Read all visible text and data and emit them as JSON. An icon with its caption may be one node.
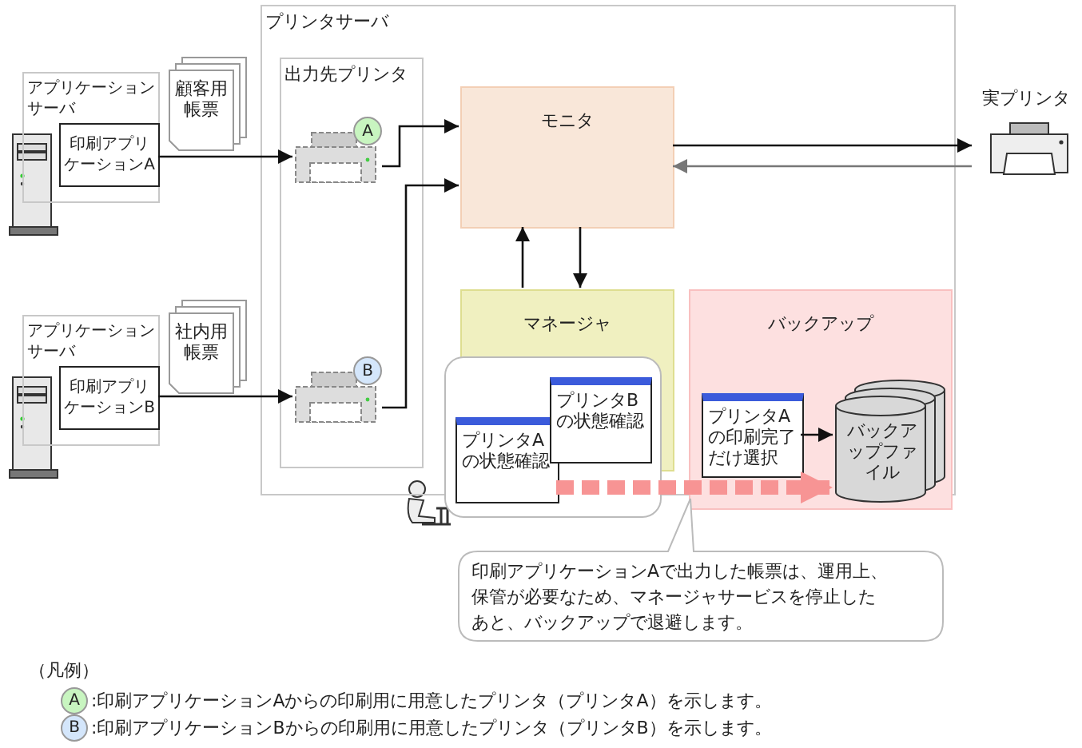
{
  "diagram": {
    "nodes": [
      {
        "text": [
          "アプリケーションサーバ"
        ]
      },
      {
        "text": [
          "印刷アプリケーションA"
        ],
        "in": 0
      },
      {
        "text": [
          "顧客用帳票"
        ]
      },
      {
        "text": [
          "アプリケーションサーバ"
        ]
      },
      {
        "text": [
          "印刷アプリケーションB"
        ],
        "in": 3
      },
      {
        "text": [
          "社内用帳票"
        ]
      },
      {
        "text": [
          "プリンタサーバ"
        ]
      },
      {
        "text": [
          "出力先プリンタ"
        ],
        "in": 6
      },
      {
        "text": [
          "A"
        ],
        "in": 7
      },
      {
        "text": [
          "B"
        ],
        "in": 7
      },
      {
        "text": [
          "モニタ"
        ],
        "in": 6
      },
      {
        "text": [
          "マネージャ"
        ],
        "in": 6
      },
      {
        "text": [],
        "shape": "box",
        "in": 6
      },
      {
        "text": [
          "プリンタBの状態確認"
        ]
      },
      {
        "text": [
          "プリンタAの状態確認"
        ],
        "in": 12
      },
      {
        "text": [
          "バックアップ"
        ],
        "in": 6
      },
      {
        "text": [
          "プリンタAの印刷完了だけ選択"
        ],
        "in": 15
      },
      {
        "text": [
          "バックアップファイル"
        ],
        "in": 15
      },
      {
        "text": [
          "実プリンタ"
        ]
      },
      {
        "text": [
          "印刷アプリケーションAで出力した帳票は、運用上、保管が必要なため、マネージャサービスを停止したあと、バックアップで退避します。"
        ]
      }
    ],
    "edges": [
      {
        "from": 1,
        "to": 8,
        "arrow": "to"
      },
      {
        "from": 4,
        "to": 9,
        "arrow": "to"
      },
      {
        "from": 8,
        "to": 10,
        "arrow": "to"
      },
      {
        "from": 9,
        "to": 10,
        "arrow": "to"
      },
      {
        "from": 10,
        "to": 18,
        "arrow": "to"
      },
      {
        "from": 18,
        "to": 10,
        "arrow": "to",
        "color": "#777777"
      },
      {
        "from": 11,
        "to": 10,
        "arrow": "to"
      },
      {
        "from": 10,
        "to": 11,
        "arrow": "to"
      },
      {
        "from": 16,
        "to": 17,
        "arrow": "to"
      },
      {
        "from": 14,
        "to": 17,
        "arrow": "to",
        "style": "dashed",
        "color": "#f79494"
      }
    ],
    "labels": [
      "（凡例）",
      "A",
      "B"
    ],
    "legend": [
      {
        "text": ":印刷アプリケーションAからの印刷用に用意したプリンタ（プリンタA）を示します。",
        "color": "#c8f5c0"
      },
      {
        "text": ":印刷アプリケーションBからの印刷用に用意したプリンタ（プリンタB）を示します。",
        "color": "#d4e6fb"
      }
    ]
  }
}
